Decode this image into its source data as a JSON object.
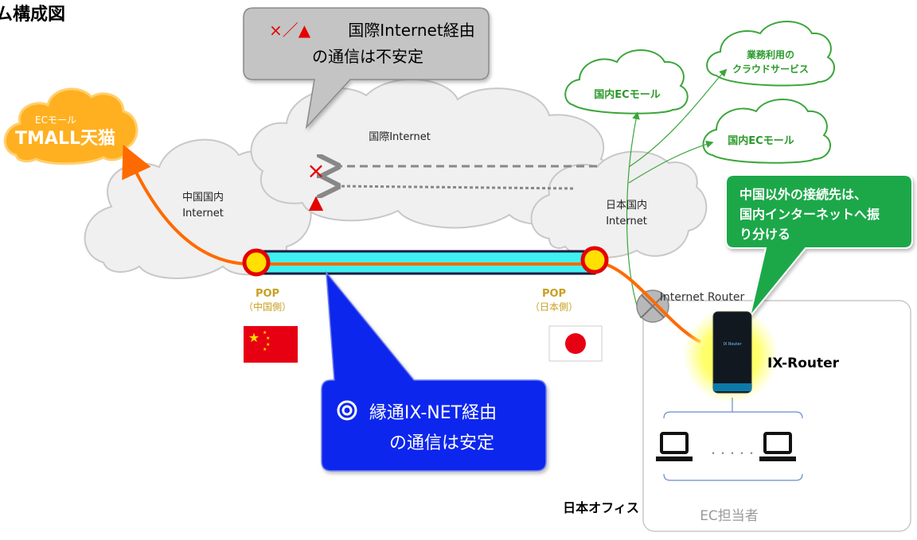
{
  "title": "ム構成図",
  "clouds": {
    "international": "国際Internet",
    "china": [
      "中国国内",
      "Internet"
    ],
    "japan": [
      "日本国内",
      "Internet"
    ],
    "tmall": {
      "label": "ECモール",
      "brand": "TMALL天猫"
    },
    "ec_mall_1": "国内ECモール",
    "ec_mall_2": "国内ECモール",
    "business_cloud": [
      "業務利用の",
      "クラウドサービス"
    ]
  },
  "callouts": {
    "unstable": {
      "symbols": "×／▲",
      "line1": "国際Internet経由",
      "line2": "の通信は不安定"
    },
    "stable": {
      "symbol": "◎",
      "line1": "縁通IX-NET経由",
      "line2": "の通信は安定"
    },
    "routing": [
      "中国以外の接続先は、",
      "国内インターネットへ振",
      "り分ける"
    ]
  },
  "pops": {
    "china": {
      "name": "POP",
      "side": "（中国側）"
    },
    "japan": {
      "name": "POP",
      "side": "（日本側）"
    }
  },
  "office": {
    "router_label": "Internet Router",
    "ix_router": "IX-Router",
    "device_label": "IX Router",
    "dots": "・・・・・",
    "staff": "EC担当者",
    "name": "日本オフィス"
  },
  "status_marks": {
    "fail": "×",
    "warn": "▲"
  },
  "colors": {
    "orange": "#ff6a00",
    "green_cloud": "#3aa63a",
    "callout_green": "#1fa84a",
    "callout_blue": "#0a28ee",
    "pipe": "#40f0f0",
    "pop_gold": "#c9a020",
    "red": "#e60000"
  }
}
